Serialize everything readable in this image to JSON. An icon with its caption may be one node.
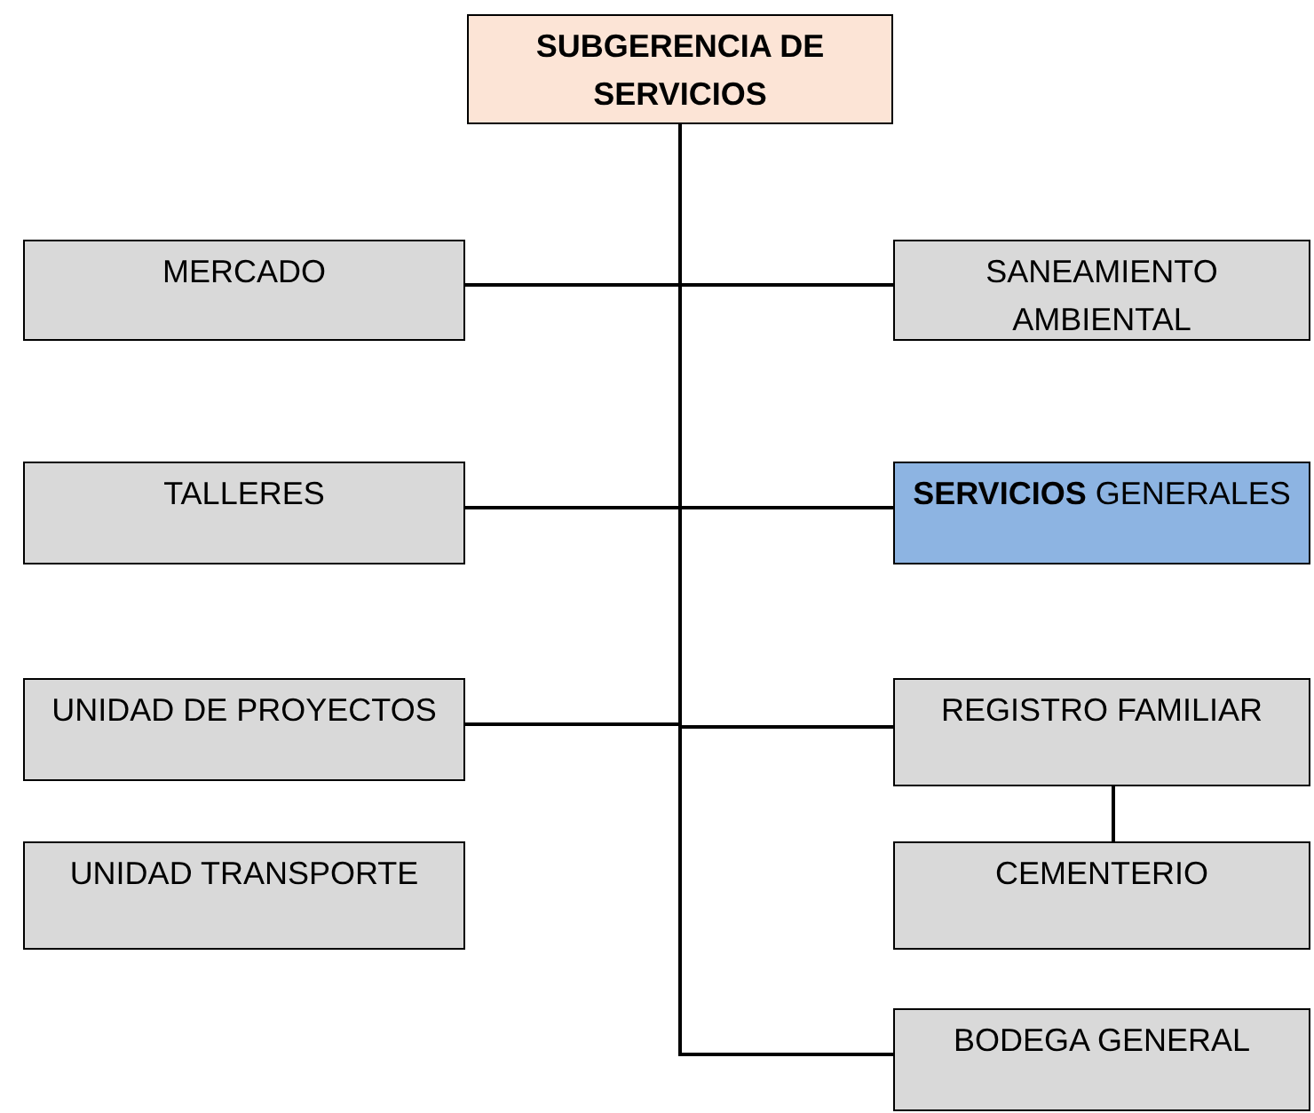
{
  "diagram": {
    "nodes": [
      {
        "text": [
          "SUBGERENCIA DE SERVICIOS"
        ]
      },
      {
        "text": [
          "MERCADO"
        ]
      },
      {
        "text": [
          "SANEAMIENTO AMBIENTAL"
        ]
      },
      {
        "text": [
          "TALLERES"
        ]
      },
      {
        "text": [
          "**SERVICIOS** GENERALES"
        ]
      },
      {
        "text": [
          "UNIDAD DE PROYECTOS"
        ]
      },
      {
        "text": [
          "REGISTRO FAMILIAR"
        ]
      },
      {
        "text": [
          "UNIDAD TRANSPORTE"
        ]
      },
      {
        "text": [
          "CEMENTERIO"
        ]
      },
      {
        "text": [
          "BODEGA GENERAL"
        ]
      }
    ],
    "edges": [
      {
        "from": 0,
        "to": 1,
        "arrow": "none"
      },
      {
        "from": 0,
        "to": 2,
        "arrow": "none"
      },
      {
        "from": 0,
        "to": 3,
        "arrow": "none"
      },
      {
        "from": 0,
        "to": 4,
        "arrow": "none"
      },
      {
        "from": 0,
        "to": 5,
        "arrow": "none"
      },
      {
        "from": 0,
        "to": 6,
        "arrow": "none"
      },
      {
        "from": 0,
        "to": 9,
        "arrow": "none"
      },
      {
        "from": 6,
        "to": 8,
        "arrow": "none"
      }
    ]
  }
}
